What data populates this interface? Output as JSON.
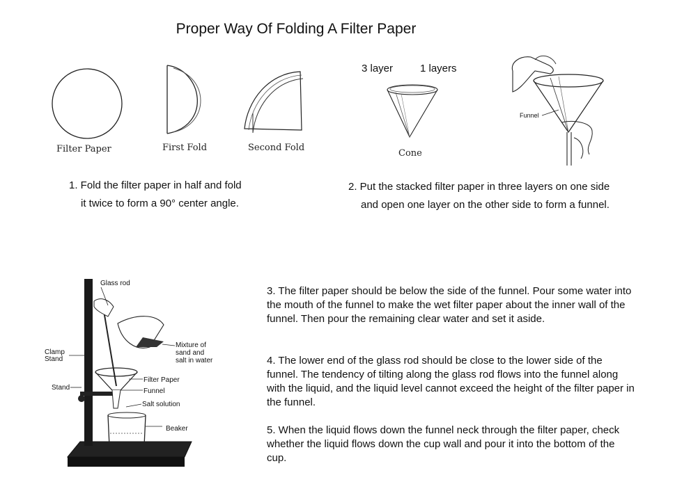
{
  "title": "Proper Way Of Folding A Filter Paper",
  "fold_labels": {
    "filter_paper": "Filter Paper",
    "first_fold": "First Fold",
    "second_fold": "Second Fold",
    "layer3": "3 layer",
    "layer1": "1 layers",
    "cone": "Cone",
    "funnel": "Funnel"
  },
  "steps": {
    "step1_line1": "1. Fold the filter paper in half and fold",
    "step1_line2": "it twice to form a 90° center angle.",
    "step2_line1": "2. Put the stacked filter paper in three layers on one side",
    "step2_line2": "and open one layer on the other side to form a funnel.",
    "step3": "3. The filter paper should be below the side of the funnel. Pour some water into the mouth of the funnel to make the wet filter paper about the inner wall of the funnel. Then pour the remaining clear water and set it aside.",
    "step4": "4. The lower end of the glass rod should be close to the lower side of the funnel. The tendency of tilting along the glass rod flows into the funnel along with the liquid, and the liquid level cannot exceed the height of the filter paper in the funnel.",
    "step5": "5. When the liquid flows down the funnel neck through the filter paper, check whether the liquid flows down the cup wall and pour it into the bottom of the cup."
  },
  "apparatus_labels": {
    "glass_rod": "Glass rod",
    "clamp": "Clamp",
    "clamp_stand": "Stand",
    "mixture1": "Mixture of",
    "mixture2": "sand and",
    "mixture3": "salt in water",
    "filter_paper": "Filter Paper",
    "funnel": "Funnel",
    "stand": "Stand",
    "salt_solution": "Salt solution",
    "beaker": "Beaker"
  }
}
